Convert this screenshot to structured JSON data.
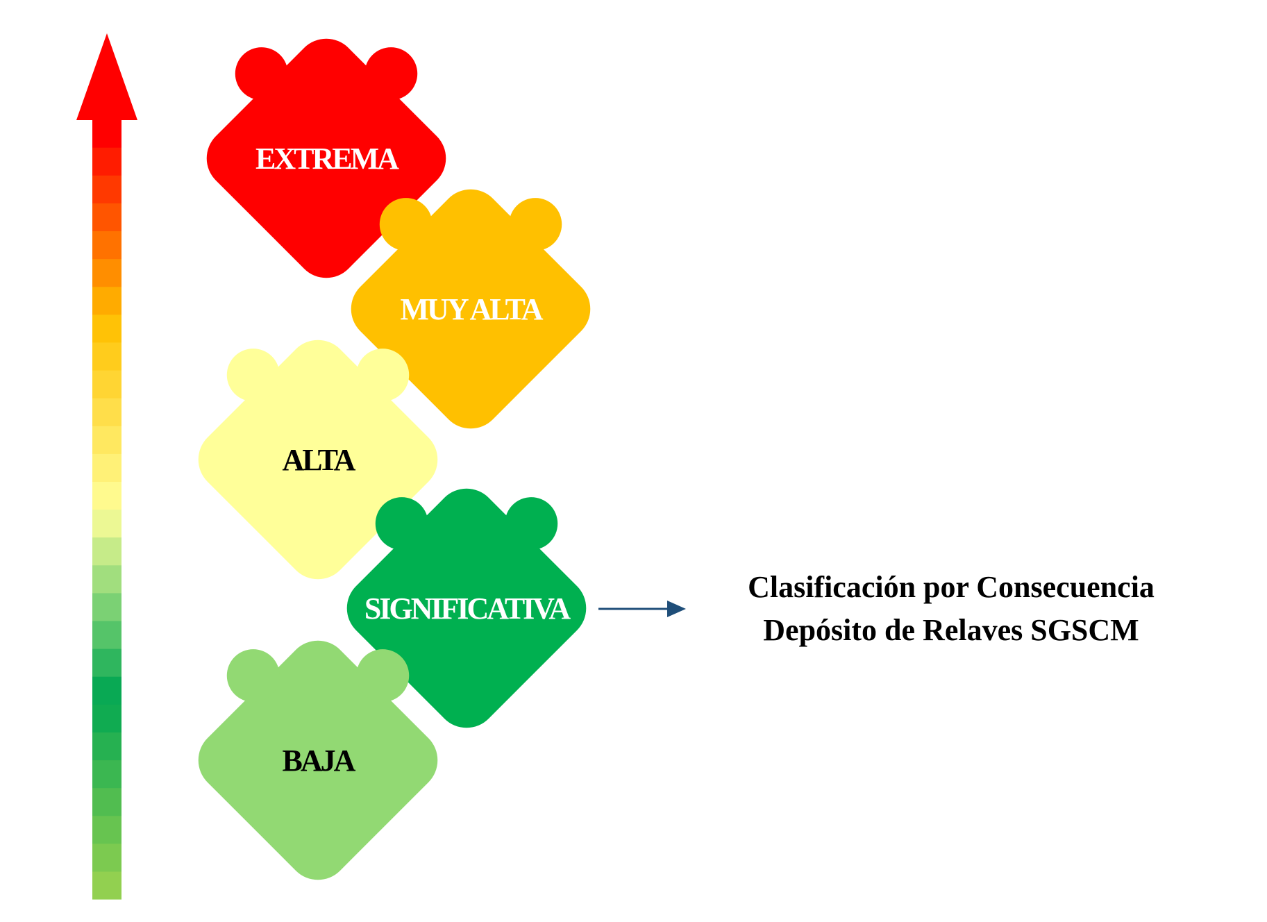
{
  "levels": [
    {
      "label": "EXTREMA",
      "color": "#ff0000",
      "text_color": "#ffffff"
    },
    {
      "label": "MUY ALTA",
      "color": "#ffc000",
      "text_color": "#ffffff"
    },
    {
      "label": "ALTA",
      "color": "#ffff99",
      "text_color": "#000000"
    },
    {
      "label": "SIGNIFICATIVA",
      "color": "#00b050",
      "text_color": "#ffffff"
    },
    {
      "label": "BAJA",
      "color": "#92d973",
      "text_color": "#000000"
    }
  ],
  "scale_arrow": {
    "icon": "upward-gradient-arrow",
    "gradient_colors": [
      "#92d050",
      "#00a651",
      "#ffff99",
      "#ffc000",
      "#ff0000"
    ]
  },
  "caption": {
    "line1": "Clasificación por Consecuencia",
    "line2": "Depósito de Relaves SGSCM",
    "pointer_color": "#1f4e79"
  }
}
